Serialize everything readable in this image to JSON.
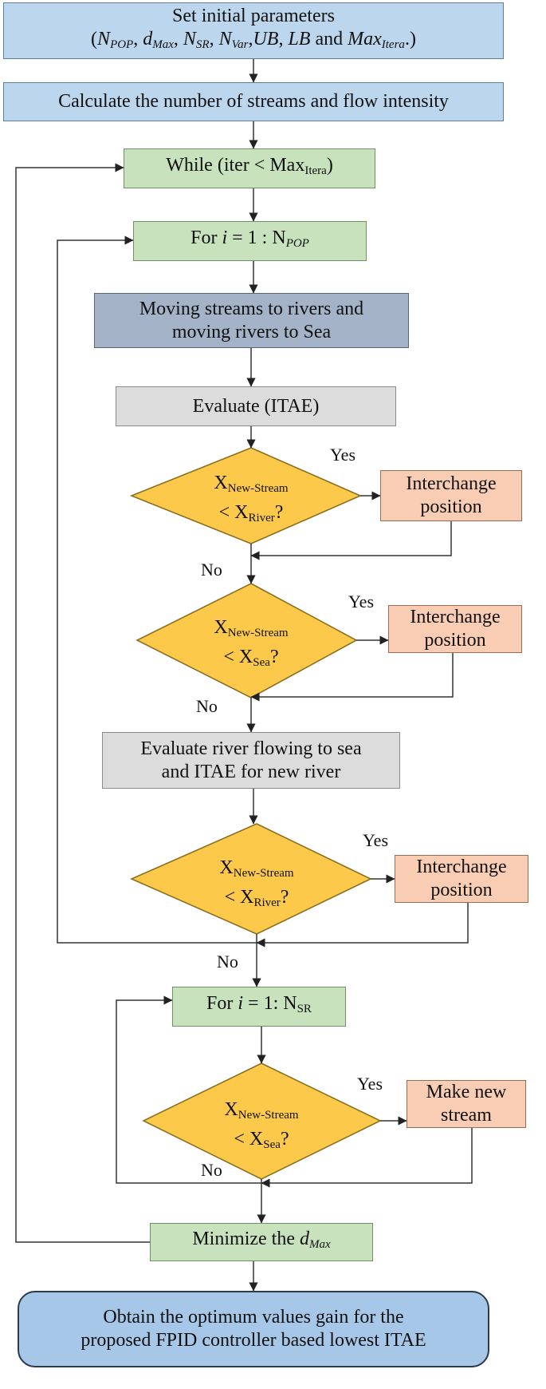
{
  "nodes": {
    "init": {
      "line1": "Set initial parameters",
      "open": "(",
      "npop_n": "N",
      "npop_s": "POP",
      "dmax_d": "d",
      "dmax_s": "Max",
      "nsr_n": "N",
      "nsr_s": "SR",
      "nvar_n": "N",
      "nvar_s": "Var",
      "ub": "UB",
      "lb": "LB",
      "and": "and",
      "maxit_m": "Max",
      "maxit_s": "Itera",
      "close": ".)"
    },
    "calc": {
      "text": "Calculate the number of streams and flow intensity"
    },
    "while_loop": {
      "pre": "While (iter < Max",
      "sub": "Itera",
      "post": ")"
    },
    "for_pop": {
      "pre": "For ",
      "var": "i",
      "mid": " = 1 :  N",
      "sub": "POP"
    },
    "move": {
      "line1": "Moving streams to rivers and",
      "line2": "moving rivers to Sea"
    },
    "eval1": {
      "text": "Evaluate (ITAE)"
    },
    "d1": {
      "x": "X",
      "sub1": "New-Stream",
      "lt": "< X",
      "sub2": "River",
      "q": "?"
    },
    "d2": {
      "x": "X",
      "sub1": "New-Stream",
      "lt": "< X",
      "sub2": "Sea",
      "q": "?"
    },
    "d3": {
      "x": "X",
      "sub1": "New-Stream",
      "lt": "< X",
      "sub2": "River",
      "q": "?"
    },
    "d4": {
      "x": "X",
      "sub1": "New-Stream",
      "lt": "< X",
      "sub2": "Sea",
      "q": "?"
    },
    "ic1": {
      "line1": "Interchange",
      "line2": "position"
    },
    "ic2": {
      "line1": "Interchange",
      "line2": "position"
    },
    "ic3": {
      "line1": "Interchange",
      "line2": "position"
    },
    "newstream": {
      "line1": "Make new",
      "line2": "stream"
    },
    "eval2": {
      "line1": "Evaluate river flowing to sea",
      "line2": "and ITAE for new river"
    },
    "for_sr": {
      "pre": "For ",
      "var": "i",
      "mid": " = 1: N",
      "sub": "SR"
    },
    "minimize": {
      "pre": "Minimize the ",
      "d": "d",
      "sub": "Max"
    },
    "final": {
      "line1": "Obtain the optimum values gain for the",
      "line2": "proposed FPID controller based lowest ITAE"
    }
  },
  "labels": {
    "yes": "Yes",
    "no": "No"
  },
  "colors": {
    "terminal": "#bcd6ee",
    "loop": "#c7e2bc",
    "process": "#a5b3c8",
    "evaluate": "#dcdcdc",
    "decision": "#fcc94a",
    "action": "#f8cdb4",
    "result": "#a7c7e8",
    "line": "#333333"
  }
}
